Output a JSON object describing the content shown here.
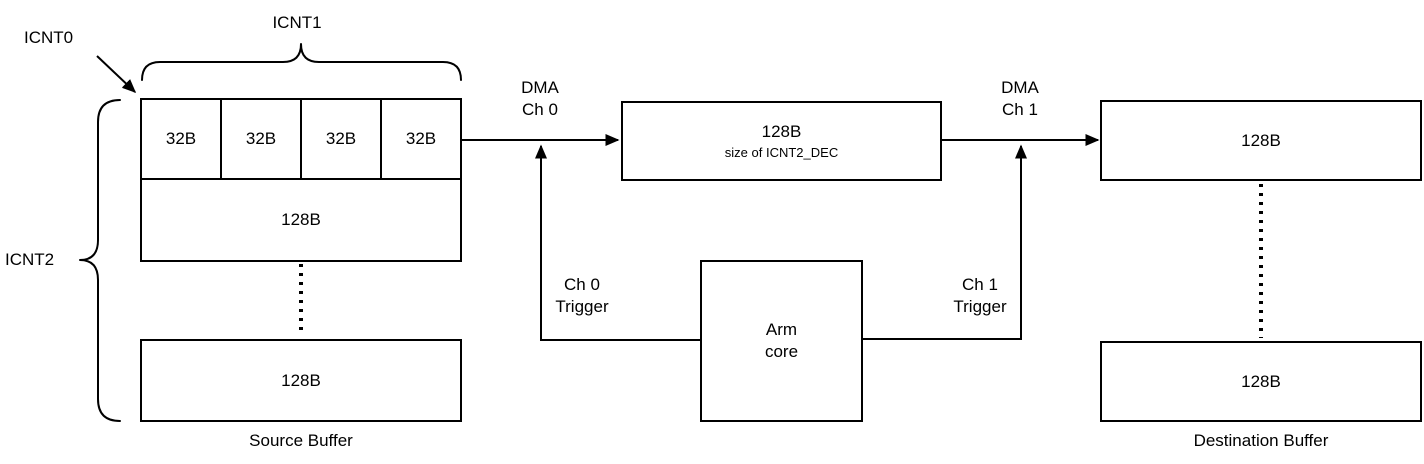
{
  "counters": {
    "icnt0": "ICNT0",
    "icnt1": "ICNT1",
    "icnt2": "ICNT2"
  },
  "source_buffer": {
    "cells": [
      "32B",
      "32B",
      "32B",
      "32B"
    ],
    "row_128b": "128B",
    "last_row": "128B",
    "caption": "Source Buffer"
  },
  "dma_ch0_label": {
    "line1": "DMA",
    "line2": "Ch 0"
  },
  "dma_ch1_label": {
    "line1": "DMA",
    "line2": "Ch 1"
  },
  "ch0_trigger_label": {
    "line1": "Ch 0",
    "line2": "Trigger"
  },
  "ch1_trigger_label": {
    "line1": "Ch 1",
    "line2": "Trigger"
  },
  "transfer_block": {
    "size": "128B",
    "note": "size of ICNT2_DEC"
  },
  "arm_core": {
    "line1": "Arm",
    "line2": "core"
  },
  "destination_buffer": {
    "first_row": "128B",
    "last_row": "128B",
    "caption": "Destination Buffer"
  },
  "colors": {
    "stroke": "#000000",
    "text": "#000000",
    "background": "#ffffff"
  }
}
